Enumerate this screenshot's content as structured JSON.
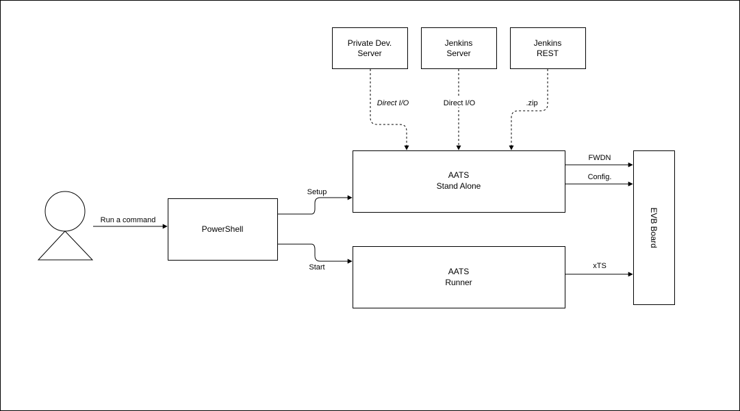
{
  "actor": {
    "label": ""
  },
  "nodes": {
    "powershell": {
      "lines": [
        "PowerShell"
      ]
    },
    "private_dev_server": {
      "lines": [
        "Private Dev.",
        "Server"
      ]
    },
    "jenkins_server": {
      "lines": [
        "Jenkins",
        "Server"
      ]
    },
    "jenkins_rest": {
      "lines": [
        "Jenkins",
        "REST"
      ]
    },
    "aats_standalone": {
      "lines": [
        "AATS",
        "Stand Alone"
      ]
    },
    "aats_runner": {
      "lines": [
        "AATS",
        "Runner"
      ]
    },
    "evb_board": {
      "lines": [
        "EVB Board"
      ]
    }
  },
  "edges": {
    "run_command": "Run a command",
    "setup": "Setup",
    "start": "Start",
    "direct_io_private": "Direct I/O",
    "direct_io_jenkins": "Direct I/O",
    "zip": ".zip",
    "fwdn": "FWDN",
    "config": "Config.",
    "xts": "xTS"
  },
  "colors": {
    "stroke": "#000000",
    "background": "#ffffff"
  }
}
